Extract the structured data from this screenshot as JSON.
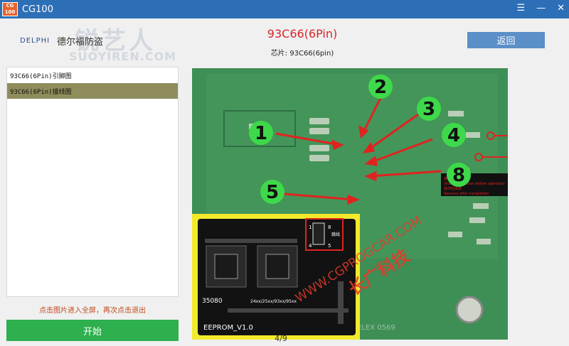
{
  "app": {
    "title": "CG100",
    "logo_text": "CG\n100"
  },
  "window": {
    "menu_glyph": "☰",
    "min_glyph": "—",
    "close_glyph": "✕"
  },
  "brand": {
    "big": "锐艺人",
    "small": "SUOYIREN.COM",
    "delphi": "DELPHI",
    "cn": "德尔福防盗"
  },
  "header": {
    "chip_title": "93C66(6Pin)",
    "chip_sub": "芯片: 93C66(6pin)",
    "back_label": "返回"
  },
  "sidebar": {
    "items": [
      {
        "label": "93C66(6Pin)引脚图",
        "selected": false
      },
      {
        "label": "93C66(6Pin)接线图",
        "selected": true
      }
    ],
    "hint": "点击图片进入全屏，再次点击退出",
    "start_label": "开始"
  },
  "viewer": {
    "page": "4/9",
    "callouts": [
      "1",
      "2",
      "3",
      "4",
      "5",
      "8"
    ],
    "note_lines": [
      "接线前短接",
      "Short connection before operation",
      "操作后拆除",
      "Remove after completion"
    ],
    "adapter_text": {
      "label_35080": "35080",
      "label_series": "24xx/25xx/93xx/95xx",
      "label_eeprom": "EEPROM_V1.0",
      "jumper_1": "1",
      "jumper_8": "8",
      "jumper_4": "4",
      "jumper_5": "5",
      "jumper_cn": "跳线"
    },
    "watermark": {
      "url": "WWW.CGPROGCAR.COM",
      "cn": "长广科技"
    },
    "board_text": "ELEX 0569"
  },
  "colors": {
    "titlebar": "#2d6fb6",
    "accent_red": "#d7262b",
    "start_green": "#2db04d",
    "selected_row": "#8f8d5b"
  }
}
